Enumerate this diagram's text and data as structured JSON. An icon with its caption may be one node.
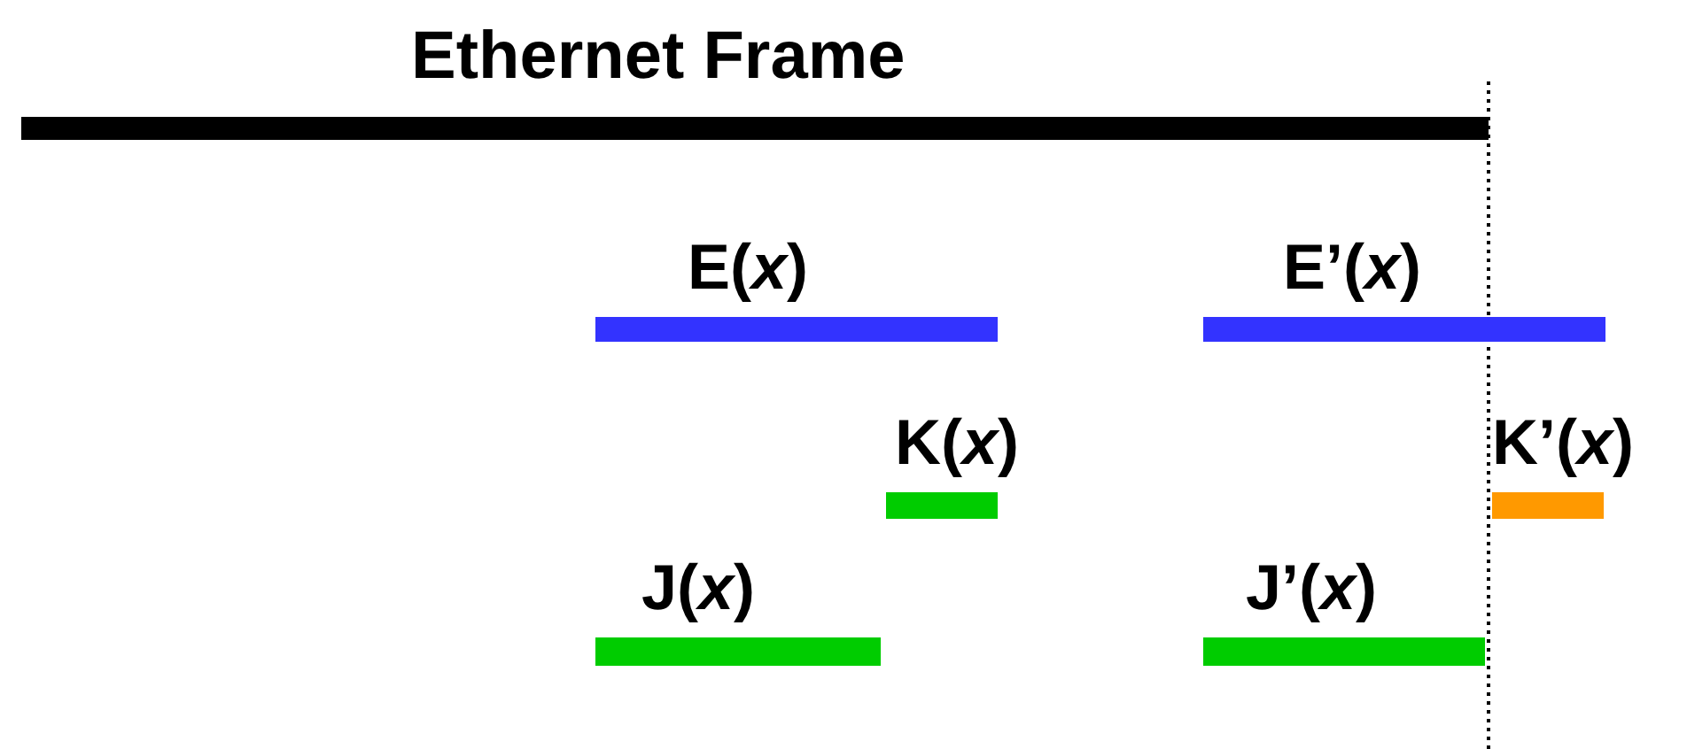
{
  "diagram": {
    "nodes": [
      {
        "text": [
          "Ethernet Frame"
        ]
      },
      {
        "text": [
          "E(*x*)"
        ]
      },
      {
        "text": [
          "E’(*x*)"
        ]
      },
      {
        "text": [
          "K(*x*)"
        ]
      },
      {
        "text": [
          "K’(*x*)"
        ]
      },
      {
        "text": [
          "J(*x*)"
        ]
      },
      {
        "text": [
          "J’(*x*)"
        ]
      }
    ]
  }
}
